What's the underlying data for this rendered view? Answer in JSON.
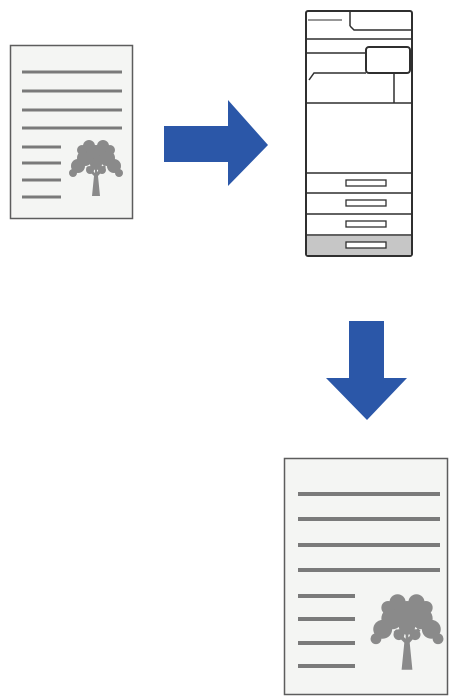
{
  "diagram": {
    "steps": [
      {
        "id": "source",
        "icon": "original-document-icon"
      },
      {
        "id": "device",
        "icon": "multifunction-printer-icon"
      },
      {
        "id": "output",
        "icon": "copied-document-icon"
      }
    ],
    "connectors": [
      {
        "from": "source",
        "to": "device",
        "icon": "right-arrow-icon"
      },
      {
        "from": "device",
        "to": "output",
        "icon": "down-arrow-icon"
      }
    ],
    "colors": {
      "arrow": "#2b57a8",
      "paper_fill": "#f4f5f3",
      "paper_border": "#5d5d5d",
      "text_lines": "#7a7a7a",
      "tree": "#8a8a8a",
      "printer_body": "#ffffff",
      "printer_outline": "#2f2f2f",
      "printer_accent": "#c6c6c6"
    }
  }
}
